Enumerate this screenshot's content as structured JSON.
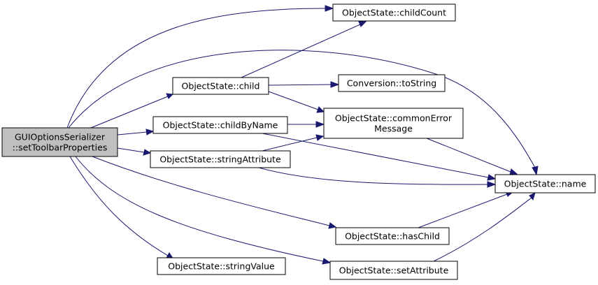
{
  "graph": {
    "colors": {
      "node_fill": "#ffffff",
      "root_fill": "#bfbfbf",
      "edge": "#191970",
      "border": "#000000"
    },
    "nodes": [
      {
        "id": "root",
        "lines": [
          "GUIOptionsSerializer",
          "::setToolbarProperties"
        ],
        "root": true
      },
      {
        "id": "childCount",
        "lines": [
          "ObjectState::childCount"
        ]
      },
      {
        "id": "child",
        "lines": [
          "ObjectState::child"
        ]
      },
      {
        "id": "toString",
        "lines": [
          "Conversion::toString"
        ]
      },
      {
        "id": "childByName",
        "lines": [
          "ObjectState::childByName"
        ]
      },
      {
        "id": "commonError",
        "lines": [
          "ObjectState::commonError",
          "Message"
        ]
      },
      {
        "id": "stringAttribute",
        "lines": [
          "ObjectState::stringAttribute"
        ]
      },
      {
        "id": "name",
        "lines": [
          "ObjectState::name"
        ]
      },
      {
        "id": "hasChild",
        "lines": [
          "ObjectState::hasChild"
        ]
      },
      {
        "id": "stringValue",
        "lines": [
          "ObjectState::stringValue"
        ]
      },
      {
        "id": "setAttribute",
        "lines": [
          "ObjectState::setAttribute"
        ]
      }
    ],
    "edges": [
      {
        "from": "root",
        "to": "childCount"
      },
      {
        "from": "root",
        "to": "name"
      },
      {
        "from": "root",
        "to": "child"
      },
      {
        "from": "root",
        "to": "childByName"
      },
      {
        "from": "root",
        "to": "stringAttribute"
      },
      {
        "from": "root",
        "to": "hasChild"
      },
      {
        "from": "root",
        "to": "setAttribute"
      },
      {
        "from": "root",
        "to": "stringValue"
      },
      {
        "from": "child",
        "to": "childCount"
      },
      {
        "from": "child",
        "to": "toString"
      },
      {
        "from": "child",
        "to": "commonError"
      },
      {
        "from": "childByName",
        "to": "commonError"
      },
      {
        "from": "childByName",
        "to": "name"
      },
      {
        "from": "stringAttribute",
        "to": "commonError"
      },
      {
        "from": "stringAttribute",
        "to": "name"
      },
      {
        "from": "commonError",
        "to": "name"
      },
      {
        "from": "hasChild",
        "to": "name"
      },
      {
        "from": "setAttribute",
        "to": "name"
      }
    ]
  }
}
